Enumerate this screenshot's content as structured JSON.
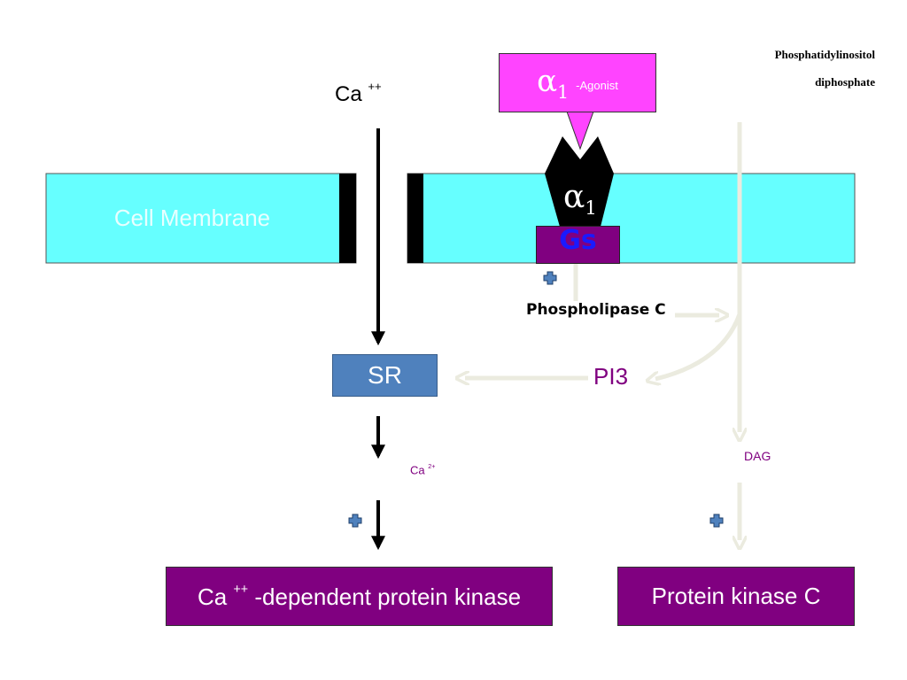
{
  "membrane": {
    "label": "Cell Membrane"
  },
  "calcium_entry": {
    "label": "Ca",
    "superscript": "++"
  },
  "agonist": {
    "symbol": "α",
    "subscript": "1",
    "text": "-Agonist"
  },
  "receptor": {
    "symbol": "α",
    "subscript": "1"
  },
  "g_protein": {
    "label": "Gs"
  },
  "substrate": {
    "line1": "Phosphatidylinositol",
    "line2": "diphosphate"
  },
  "enzyme": {
    "label": "Phospholipase C"
  },
  "sr": {
    "label": "SR"
  },
  "pi3": {
    "label": "PI3"
  },
  "calcium_release": {
    "label": "Ca",
    "superscript": "2+"
  },
  "dag": {
    "label": "DAG"
  },
  "kinases": {
    "left": {
      "prefix": "Ca",
      "superscript": "++",
      "suffix": " -dependent protein kinase"
    },
    "right": {
      "label": "Protein kinase C"
    }
  },
  "colors": {
    "membrane": "#66ffff",
    "agonist": "#ff44ff",
    "g_protein": "#800080",
    "sr": "#4f81bd",
    "kinase": "#800080",
    "pathway_arrow": "#ebebdf",
    "plus_marker": "#4f81bd"
  }
}
